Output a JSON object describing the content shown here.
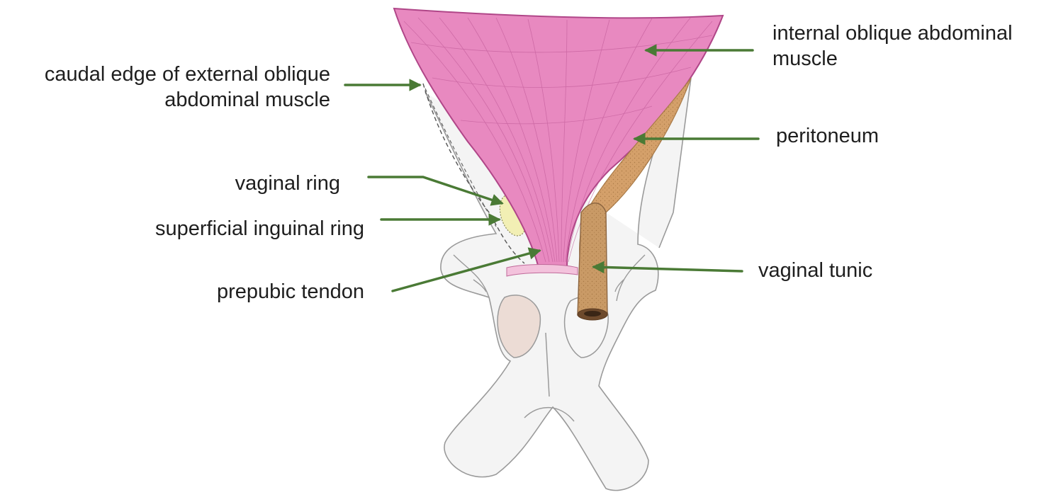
{
  "labels": {
    "caudal_edge": [
      "caudal edge of external oblique",
      "abdominal muscle"
    ],
    "internal_oblique": [
      "internal oblique abdominal",
      "muscle"
    ],
    "peritoneum": "peritoneum",
    "vaginal_ring": "vaginal ring",
    "superficial_inguinal_ring": "superficial inguinal ring",
    "prepubic_tendon": "prepubic tendon",
    "vaginal_tunic": "vaginal tunic"
  },
  "colors": {
    "arrow": "#4a7a35",
    "muscle": "#e889c0",
    "muscle_edge": "#b04688",
    "peritoneum": "#d4a06a",
    "vaginal_ring": "#f2efb4",
    "bone_outline": "#9a9a9a",
    "bone_fill": "#f4f4f4"
  }
}
